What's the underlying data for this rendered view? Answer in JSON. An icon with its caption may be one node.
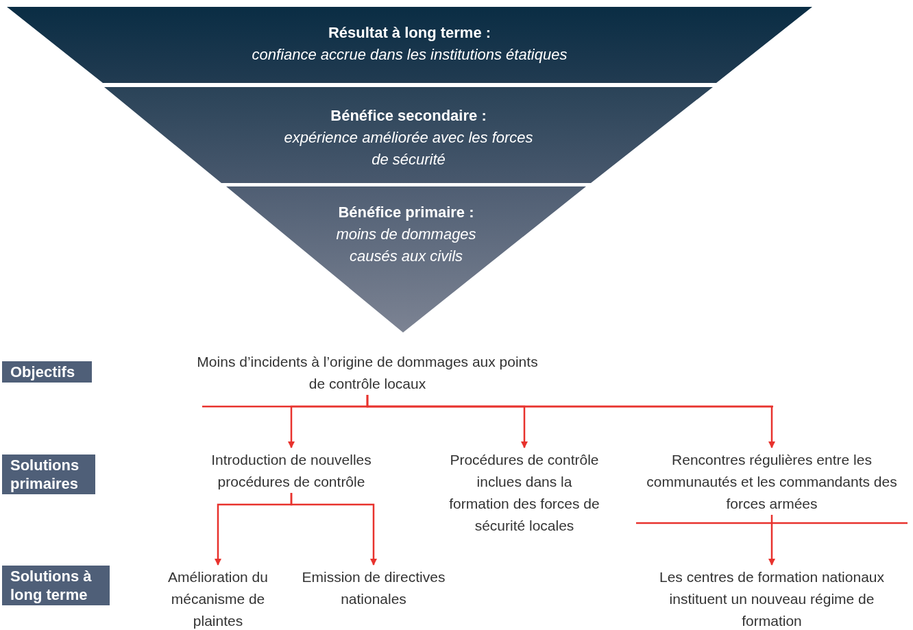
{
  "diagram": {
    "nodes": [
      {
        "text": [
          "Résultat à long terme :",
          "confiance accrue dans les institutions étatiques"
        ]
      },
      {
        "text": [
          "Bénéfice secondaire :",
          "expérience améliorée avec les forces de sécurité"
        ]
      },
      {
        "text": [
          "Bénéfice primaire :",
          "moins de dommages causés aux civils"
        ]
      },
      {
        "text": [
          "Objectifs"
        ]
      },
      {
        "text": [
          "Moins d’incidents à l’origine de dommages aux points de contrôle locaux"
        ]
      },
      {
        "text": [
          "Solutions primaires"
        ]
      },
      {
        "text": [
          "Introduction de nouvelles procédures de contrôle"
        ]
      },
      {
        "text": [
          "Procédures de contrôle inclues dans la formation des forces de sécurité locales"
        ]
      },
      {
        "text": [
          "Rencontres régulières entre les communautés et les commandants des forces armées"
        ]
      },
      {
        "text": [
          "Solutions à long terme"
        ]
      },
      {
        "text": [
          "Amélioration du mécanisme de plaintes"
        ]
      },
      {
        "text": [
          "Emission de directives nationales"
        ]
      },
      {
        "text": [
          "Les centres de formation nationaux instituent un nouveau régime de formation"
        ]
      }
    ],
    "edges": [
      {
        "from": 4,
        "to": 6,
        "arrow": "to"
      },
      {
        "from": 4,
        "to": 7,
        "arrow": "to"
      },
      {
        "from": 4,
        "to": 8,
        "arrow": "to"
      },
      {
        "from": 6,
        "to": 10,
        "arrow": "to"
      },
      {
        "from": 6,
        "to": 11,
        "arrow": "to"
      },
      {
        "from": 8,
        "to": 12,
        "arrow": "to"
      }
    ]
  }
}
